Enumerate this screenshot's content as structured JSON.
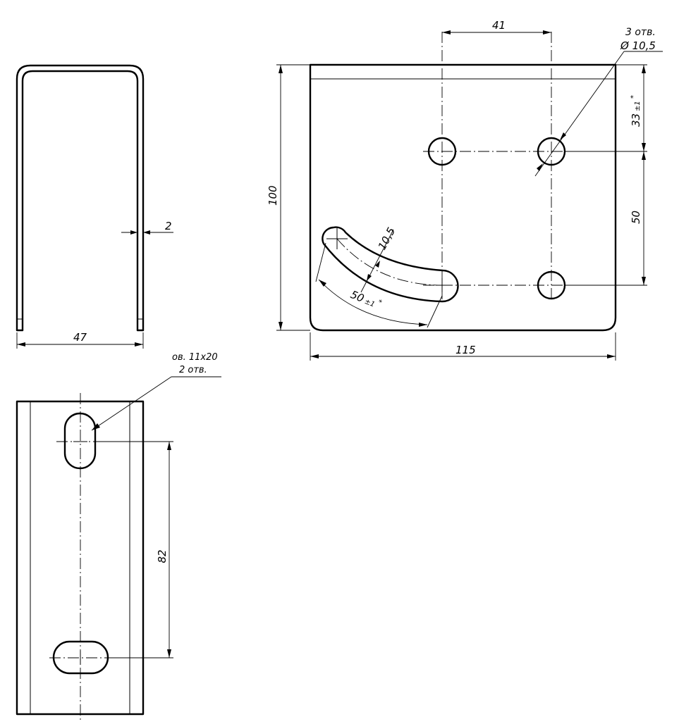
{
  "front_view": {
    "thickness": "2",
    "width": "47"
  },
  "bottom_view": {
    "slot_note_line1": "ов. 11х20",
    "slot_note_line2": "2 отв.",
    "slot_spacing": "82"
  },
  "plan_view": {
    "hole_spacing_x": "41",
    "holes_note_line1": "3 отв.",
    "holes_note_line2": "Ø 10,5",
    "edge_to_holes": "33",
    "edge_to_holes_tol": "±1",
    "edge_to_holes_mark": "*",
    "hole_spacing_y": "50",
    "height": "100",
    "width": "115",
    "slot_width": "10,5",
    "arc_radius": "50",
    "arc_radius_tol": "±1",
    "arc_radius_mark": "*"
  }
}
